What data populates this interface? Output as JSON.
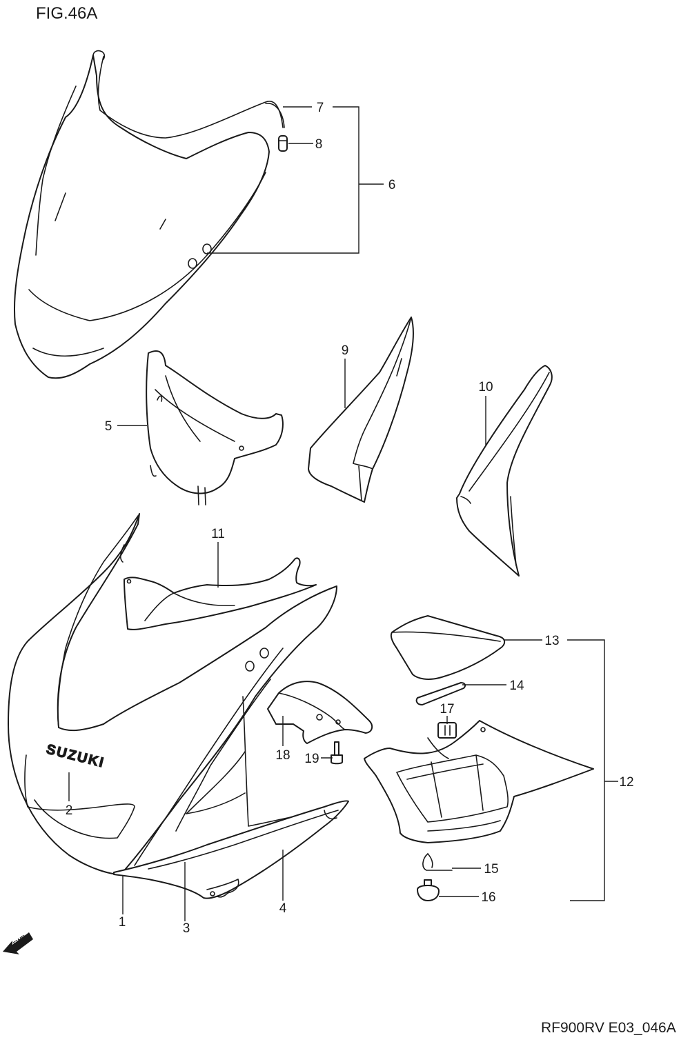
{
  "figure_title": "FIG.46A",
  "drawing_code": "RF900RV E03_046A",
  "logo_text": "SUZUKI",
  "direction_badge": "FWD",
  "callouts": [
    {
      "id": "c1",
      "label": "1"
    },
    {
      "id": "c2",
      "label": "2"
    },
    {
      "id": "c3",
      "label": "3"
    },
    {
      "id": "c4",
      "label": "4"
    },
    {
      "id": "c5",
      "label": "5"
    },
    {
      "id": "c6",
      "label": "6"
    },
    {
      "id": "c7",
      "label": "7"
    },
    {
      "id": "c8",
      "label": "8"
    },
    {
      "id": "c9",
      "label": "9"
    },
    {
      "id": "c10",
      "label": "10"
    },
    {
      "id": "c11",
      "label": "11"
    },
    {
      "id": "c12",
      "label": "12"
    },
    {
      "id": "c13",
      "label": "13"
    },
    {
      "id": "c14",
      "label": "14"
    },
    {
      "id": "c15",
      "label": "15"
    },
    {
      "id": "c16",
      "label": "16"
    },
    {
      "id": "c17",
      "label": "17"
    },
    {
      "id": "c18",
      "label": "18"
    },
    {
      "id": "c19",
      "label": "19"
    }
  ]
}
